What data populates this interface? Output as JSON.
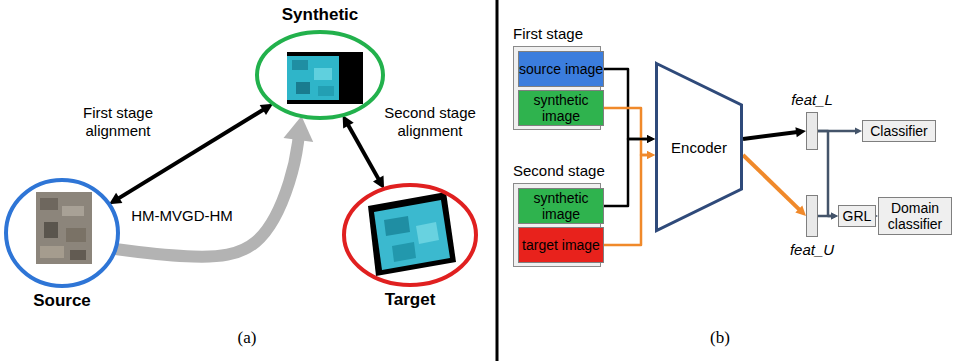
{
  "diagram": {
    "nodes": [
      {
        "text": [
          "Synthetic"
        ]
      },
      {
        "text": [
          "Source"
        ]
      },
      {
        "text": [
          "Target"
        ]
      },
      {
        "text": [
          "First stage"
        ]
      },
      {
        "text": [
          "source image"
        ],
        "in": 3
      },
      {
        "text": [
          "synthetic image"
        ],
        "in": 3
      },
      {
        "text": [
          "Second stage"
        ]
      },
      {
        "text": [
          "synthetic image"
        ],
        "in": 6
      },
      {
        "text": [
          "target image"
        ],
        "in": 6
      },
      {
        "text": [
          "Encoder"
        ]
      },
      {
        "text": [
          "feat_L"
        ]
      },
      {
        "text": [
          "feat_U"
        ]
      },
      {
        "text": [
          "Classifier"
        ]
      },
      {
        "text": [
          "GRL"
        ]
      },
      {
        "text": [
          "Domain classifier"
        ]
      }
    ],
    "edges": [
      {
        "from": 1,
        "to": 0,
        "label": "First stage alignment",
        "arrow": "both"
      },
      {
        "from": 1,
        "to": 0,
        "label": "HM-MVGD-HM",
        "arrow": "to"
      },
      {
        "from": 0,
        "to": 2,
        "label": "Second stage alignment",
        "arrow": "both"
      },
      {
        "from": 4,
        "to": 9,
        "arrow": "to"
      },
      {
        "from": 5,
        "to": 9,
        "arrow": "to"
      },
      {
        "from": 7,
        "to": 9,
        "arrow": "to"
      },
      {
        "from": 8,
        "to": 9,
        "arrow": "to"
      },
      {
        "from": 9,
        "to": 10,
        "arrow": "to"
      },
      {
        "from": 9,
        "to": 11,
        "arrow": "to"
      },
      {
        "from": 10,
        "to": 12,
        "arrow": "to"
      },
      {
        "from": 10,
        "to": 13,
        "arrow": "to"
      },
      {
        "from": 11,
        "to": 13,
        "arrow": "to"
      },
      {
        "from": 13,
        "to": 14,
        "arrow": "to"
      }
    ],
    "labels": [
      "(a)",
      "(b)"
    ]
  }
}
